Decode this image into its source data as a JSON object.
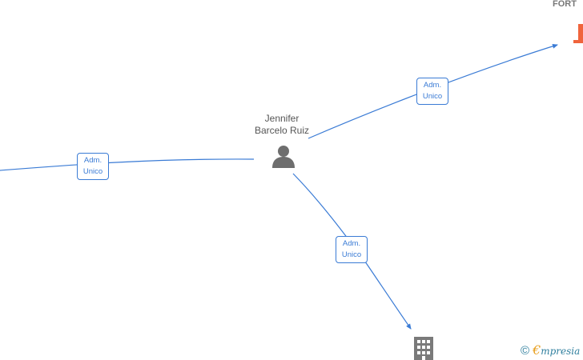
{
  "person": {
    "name_line1": "Jennifer",
    "name_line2": "Barcelo Ruiz"
  },
  "company_top_right": {
    "name": "FORT"
  },
  "edges": [
    {
      "line1": "Adm.",
      "line2": "Unico"
    },
    {
      "line1": "Adm.",
      "line2": "Unico"
    },
    {
      "line1": "Adm.",
      "line2": "Unico"
    }
  ],
  "brand": {
    "copyright": "©",
    "mark": "€",
    "rest": "mpresia"
  },
  "colors": {
    "edge": "#3a7bd5",
    "person_icon": "#6e6e6e",
    "building_icon": "#7a7a7a",
    "company_icon": "#f0643c"
  }
}
